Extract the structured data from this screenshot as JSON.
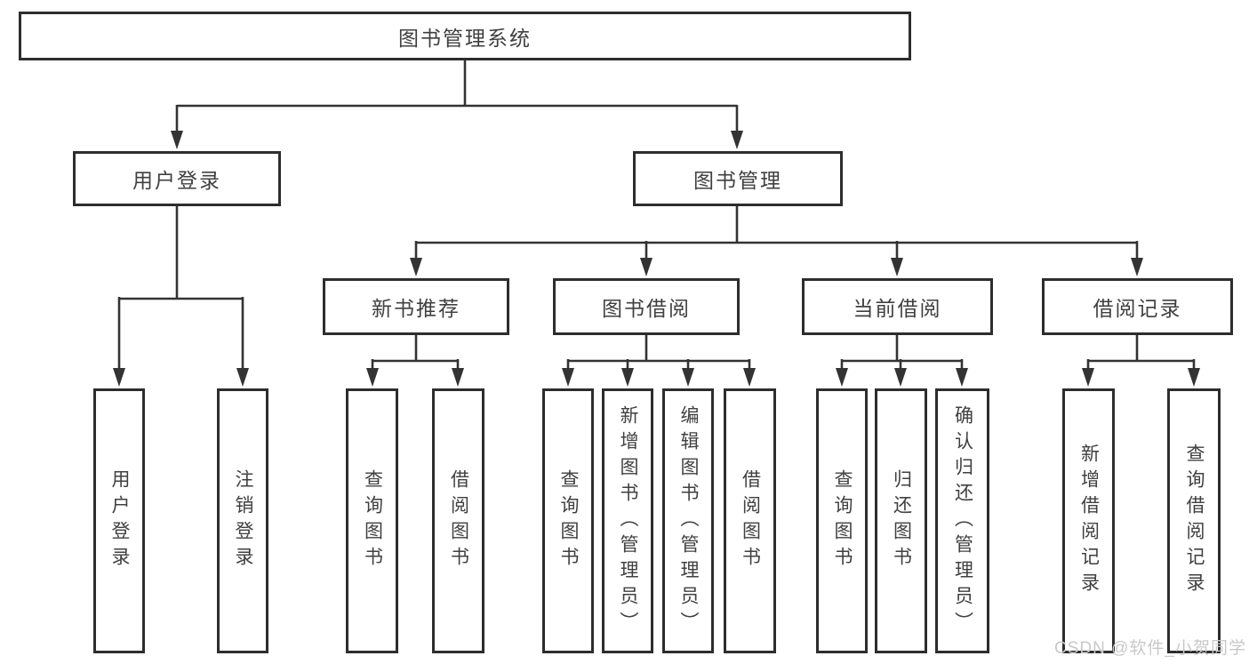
{
  "diagram_title": "图书管理系统",
  "tree": {
    "label": "图书管理系统",
    "children": [
      {
        "label": "用户登录",
        "children": [
          {
            "label": "用户登录"
          },
          {
            "label": "注销登录"
          }
        ]
      },
      {
        "label": "图书管理",
        "children": [
          {
            "label": "新书推荐",
            "children": [
              {
                "label": "查询图书"
              },
              {
                "label": "借阅图书"
              }
            ]
          },
          {
            "label": "图书借阅",
            "children": [
              {
                "label": "查询图书"
              },
              {
                "label": "新增图书（管理员）"
              },
              {
                "label": "编辑图书（管理员）"
              },
              {
                "label": "借阅图书"
              }
            ]
          },
          {
            "label": "当前借阅",
            "children": [
              {
                "label": "查询图书"
              },
              {
                "label": "归还图书"
              },
              {
                "label": "确认归还（管理员）"
              }
            ]
          },
          {
            "label": "借阅记录",
            "children": [
              {
                "label": "新增借阅记录"
              },
              {
                "label": "查询借阅记录"
              }
            ]
          }
        ]
      }
    ]
  },
  "watermark": {
    "text": "CSDN @软件_小贺同学"
  },
  "colors": {
    "line": "#333333",
    "box_border": "#2d2d2d",
    "text": "#404040",
    "watermark": "#c8c8c8",
    "background": "#ffffff"
  }
}
